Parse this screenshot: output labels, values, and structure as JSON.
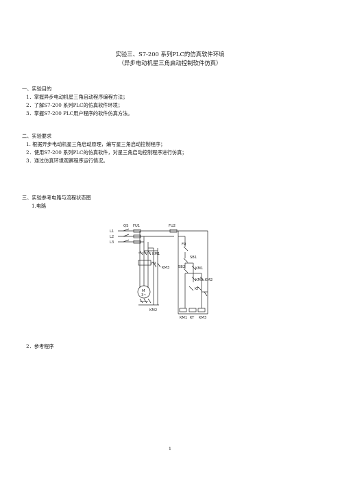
{
  "doc": {
    "title": "实验三、S7-200 系列PLC的仿真软件环境",
    "subtitle": "（异步电动机星三角启动控制软件仿真）",
    "sections": [
      {
        "heading": "一、实验目的",
        "items": [
          "1．掌握异步电动机星三角启动程序编程方法；",
          "2．了解S7-200 系列PLC的仿真软件环境；",
          "3．掌握S7-200 PLC用户程序的软件仿真方法。"
        ]
      },
      {
        "heading": "二、实验要求",
        "items": [
          "1. 根据异步电动机星三角启动原理，编写星三角启动控制程序；",
          "2．使用S7-200 系列PLC的仿真软件，对星三角启动控制程序进行仿真；",
          "3．通过仿真环境观察程序运行情况。"
        ]
      },
      {
        "heading": "三、实验参考电路与流程状态图",
        "items": [
          "1.电路"
        ]
      }
    ],
    "program_heading": "2．参考程序",
    "page_number": "1"
  },
  "diagram": {
    "labels": {
      "l1": "L1",
      "l2": "L2",
      "l3": "L3",
      "qs": "QS",
      "fu1": "FU1",
      "fu2": "FU2",
      "fr": "FR",
      "sb1": "SB1",
      "sb2": "SB2",
      "km1": "KM1",
      "km2": "KM2",
      "km3": "KM3",
      "kt": "KT",
      "motor": "M",
      "motor_phase": "3~"
    }
  }
}
